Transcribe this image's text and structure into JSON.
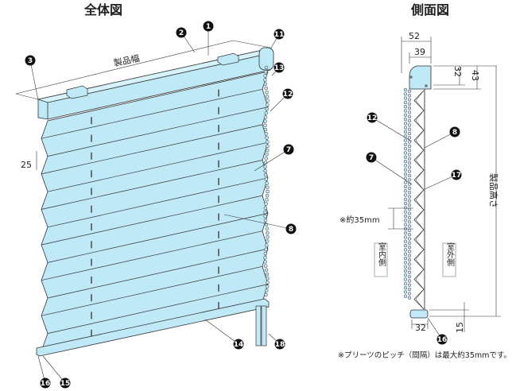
{
  "front_view": {
    "title": "全体図",
    "width_label": "製品幅",
    "pleat_height_label": "25",
    "callouts": [
      "1",
      "2",
      "3",
      "11",
      "13",
      "12",
      "7",
      "8",
      "14",
      "18",
      "16",
      "15"
    ]
  },
  "side_view": {
    "title": "側面図",
    "dim_52": "52",
    "dim_39": "39",
    "dim_32_top": "32",
    "dim_43": "43",
    "height_label": "製品高さ",
    "pitch_label": "※約35mm",
    "indoor_label": "室内側",
    "outdoor_label": "室外側",
    "dim_32_bottom": "32",
    "dim_15": "15",
    "callouts": [
      "12",
      "8",
      "7",
      "17",
      "16"
    ]
  },
  "note": "※プリーツのピッチ（間隔）は最大約35mmです。",
  "colors": {
    "fabric": "#bfe9f7",
    "line": "#333333"
  }
}
